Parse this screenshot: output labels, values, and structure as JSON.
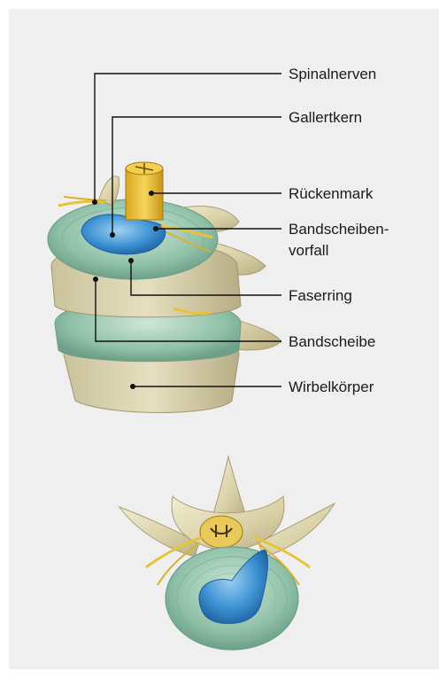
{
  "labels": {
    "spinalnerven": "Spinalnerven",
    "gallertkern": "Gallertkern",
    "rueckenmark": "Rückenmark",
    "bandscheibenvorfall_1": "Bandscheiben-",
    "bandscheibenvorfall_2": "vorfall",
    "faserring": "Faserring",
    "bandscheibe": "Bandscheibe",
    "wirbelkoerper": "Wirbelkörper"
  },
  "colors": {
    "background": "#efefef",
    "bone": "#e2dbb8",
    "disc": "#9ec9b0",
    "nucleus": "#3a8fd0",
    "nerve": "#e8c33a",
    "leader_line": "#111111"
  }
}
